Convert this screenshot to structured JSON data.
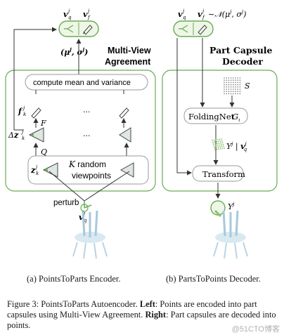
{
  "left": {
    "section_title_line1": "Multi-View",
    "section_title_line2": "Agreement",
    "mean_variance_label": "compute mean and variance",
    "top_vq": "v",
    "top_vf": "v",
    "dist_params": "(μ^j, σ^j)",
    "f_label": "f",
    "F_label": "F",
    "Q_label": "Q",
    "delta_z": "Δz",
    "z_label": "z",
    "random_views_line1": "K random",
    "random_views_line2": "viewpoints",
    "perturb": "perturb",
    "vq_bottom": "v",
    "ellipsis": "..."
  },
  "right": {
    "section_title_line1": "Part Capsule",
    "section_title_line2": "Decoder",
    "sampling_label": "∼ N(μ^j, σ^j)",
    "S_label": "S",
    "foldingnet": "FoldingNet",
    "G_label": "G",
    "Y_given_v": "Y^j | v_q^j",
    "transform": "Transform",
    "Y_out": "Y^j"
  },
  "subcaption_a": "(a) PointsToParts Encoder.",
  "subcaption_b": "(b) PartsToPoints Decoder.",
  "caption_figure": "Figure 3:",
  "caption_title": "PointsToParts Autoencoder.",
  "caption_left_label": "Left",
  "caption_left_text": ": Points are encoded into part capsules using Multi-View Agreement.",
  "caption_right_label": "Right",
  "caption_right_text": ": Part capsules are decoded into points.",
  "watermark": "@51CTO博客",
  "colors": {
    "green": "#6aab55",
    "green_fill": "#eef7e7",
    "box_stroke": "#9a9a9a"
  }
}
